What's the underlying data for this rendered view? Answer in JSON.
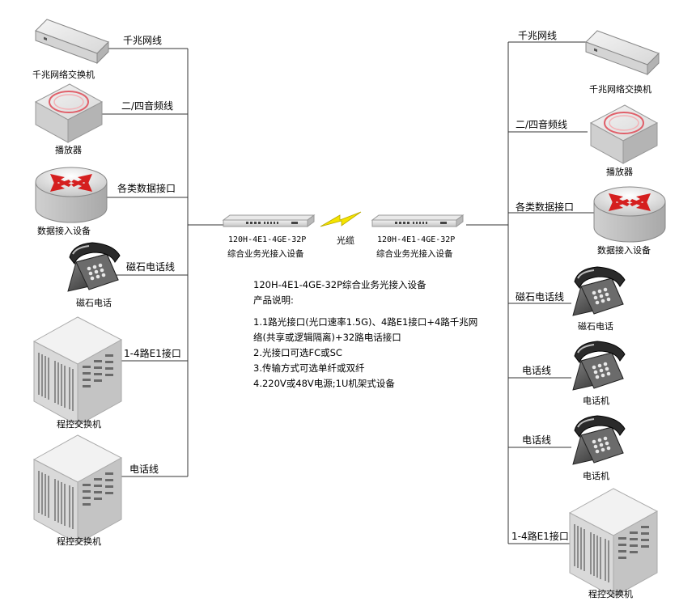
{
  "left": {
    "lines": [
      {
        "label": "千兆网线",
        "device": "千兆网络交换机",
        "icon": "switch-icon"
      },
      {
        "label": "二/四音频线",
        "device": "播放器",
        "icon": "player-icon"
      },
      {
        "label": "各类数据接口",
        "device": "数据接入设备",
        "icon": "router-icon"
      },
      {
        "label": "磁石电话线",
        "device": "磁石电话",
        "icon": "telephone-icon"
      },
      {
        "label": "1-4路E1接口",
        "device": "程控交换机",
        "icon": "pbx-icon"
      },
      {
        "label": "电话线",
        "device": "程控交换机",
        "icon": "pbx-icon"
      }
    ]
  },
  "right": {
    "lines": [
      {
        "label": "千兆网线",
        "device": "千兆网络交换机",
        "icon": "switch-icon"
      },
      {
        "label": "二/四音频线",
        "device": "播放器",
        "icon": "player-icon"
      },
      {
        "label": "各类数据接口",
        "device": "数据接入设备",
        "icon": "router-icon"
      },
      {
        "label": "磁石电话线",
        "device": "磁石电话",
        "icon": "telephone-icon"
      },
      {
        "label": "电话线",
        "device": "电话机",
        "icon": "telephone-icon"
      },
      {
        "label": "电话线",
        "device": "电话机",
        "icon": "telephone-icon"
      },
      {
        "label": "1-4路E1接口",
        "device": "程控交换机",
        "icon": "pbx-icon"
      }
    ]
  },
  "center": {
    "units": [
      {
        "model": "120H-4E1-4GE-32P",
        "name": "综合业务光接入设备"
      },
      {
        "model": "120H-4E1-4GE-32P",
        "name": "综合业务光接入设备"
      }
    ],
    "fiber_label": "光缆",
    "fiber_color": "#f5e400"
  },
  "description": {
    "title": "120H-4E1-4GE-32P综合业务光接入设备",
    "subtitle": "产品说明:",
    "items": [
      "1.1路光接口(光口速率1.5G)、4路E1接口+4路千兆网",
      "络(共享或逻辑隔离)+32路电话接口",
      "2.光接口可选FC或SC",
      "3.传输方式可选单纤或双纤",
      "4.220V或48V电源;1U机架式设备"
    ]
  }
}
